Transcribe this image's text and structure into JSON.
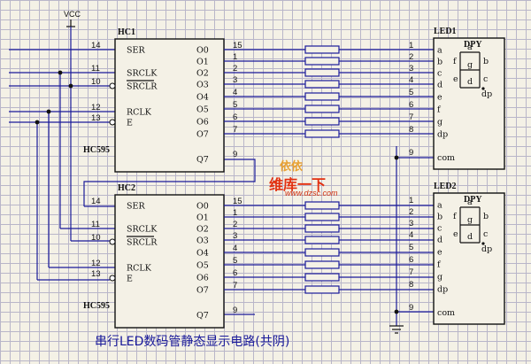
{
  "title": "串行LED数码管静态显示电路(共阴)",
  "vcc": "VCC",
  "chips": [
    {
      "name": "HC1",
      "part": "HC595"
    },
    {
      "name": "HC2",
      "part": "HC595"
    }
  ],
  "chip_inputs": [
    "SER",
    "SRCLK",
    "SRCLR",
    "RCLK",
    "E"
  ],
  "chip_input_pins": [
    "14",
    "11",
    "10",
    "12",
    "13"
  ],
  "chip_outputs": [
    "O0",
    "O1",
    "O2",
    "O3",
    "O4",
    "O5",
    "O6",
    "O7"
  ],
  "chip_output_pins": [
    "15",
    "1",
    "2",
    "3",
    "4",
    "5",
    "6",
    "7"
  ],
  "chip_q7": {
    "label": "Q7",
    "pin": "9"
  },
  "leds": [
    {
      "name": "LED1",
      "dpy": "DPY"
    },
    {
      "name": "LED2",
      "dpy": "DPY"
    }
  ],
  "led_pins": [
    "a",
    "b",
    "c",
    "d",
    "e",
    "f",
    "g",
    "dp"
  ],
  "led_pin_numbers": [
    "1",
    "2",
    "3",
    "4",
    "5",
    "6",
    "7",
    "8"
  ],
  "led_com": {
    "label": "com",
    "pin": "9"
  },
  "segment_labels": [
    "a",
    "b",
    "c",
    "d",
    "e",
    "f",
    "g",
    "dp"
  ],
  "watermark": {
    "brand": "维库一下",
    "url": "www.dzsc.com",
    "logo": "依依"
  }
}
